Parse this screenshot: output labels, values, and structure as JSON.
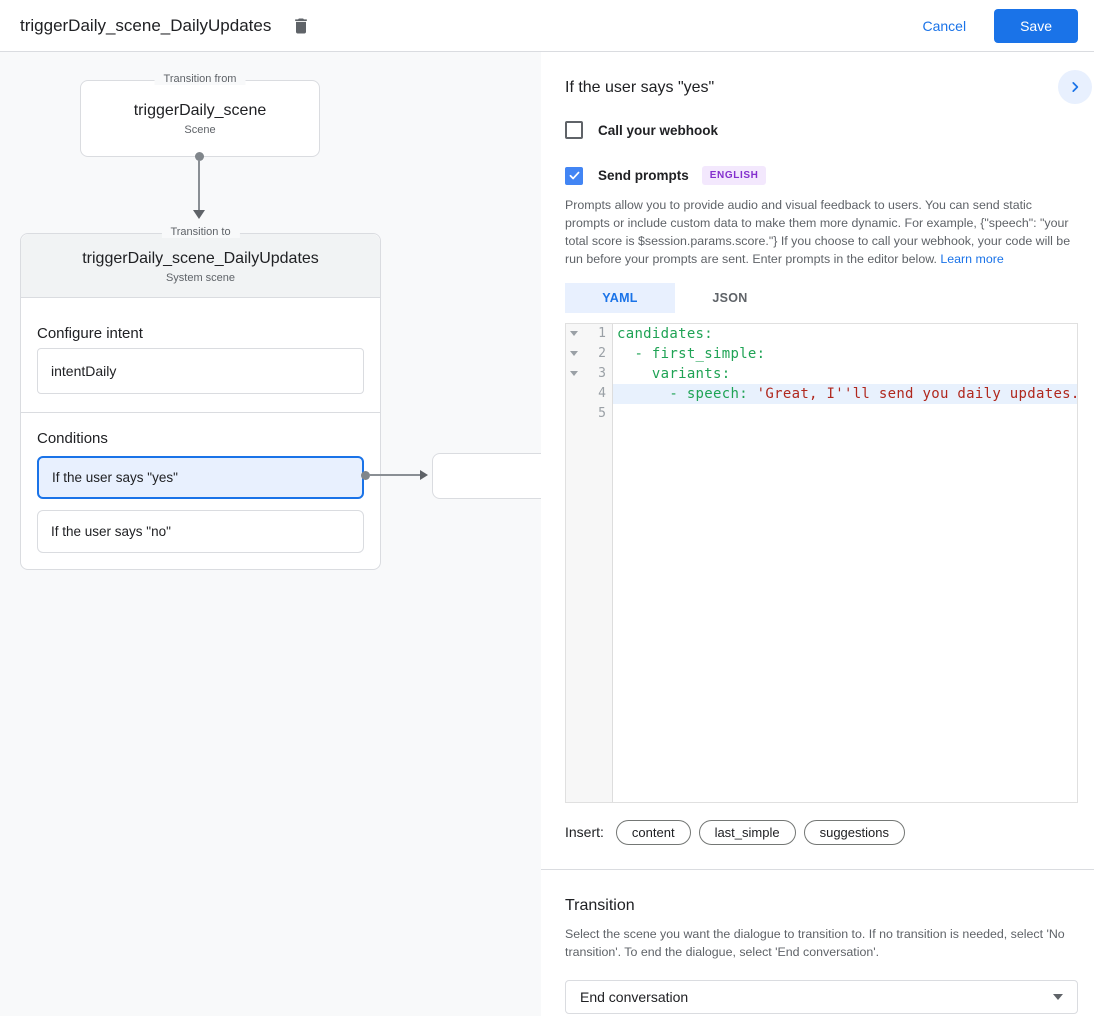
{
  "colors": {
    "accent_blue": "#1a73e8",
    "checkbox_blue": "#4285f4",
    "selection_bg": "#e8f0fe",
    "panel_bg": "#f8f9fa",
    "node_header_bg": "#f1f3f4",
    "badge_bg": "#f3e8fd",
    "badge_text": "#8430ce",
    "code_key_green": "#1fa355",
    "code_string_red": "#b0281e"
  },
  "topbar": {
    "title": "triggerDaily_scene_DailyUpdates",
    "delete_icon": "trash-icon",
    "cancel_label": "Cancel",
    "save_label": "Save"
  },
  "diagram": {
    "from_group_label": "Transition from",
    "from_title": "triggerDaily_scene",
    "from_subtitle": "Scene",
    "to_group_label": "Transition to",
    "to_title": "triggerDaily_scene_DailyUpdates",
    "to_subtitle": "System scene",
    "configure_intent_label": "Configure intent",
    "intent_value": "intentDaily",
    "conditions_label": "Conditions",
    "conditions": [
      {
        "label": "If the user says \"yes\"",
        "selected": true
      },
      {
        "label": "If the user says \"no\"",
        "selected": false
      }
    ]
  },
  "detail": {
    "title": "If the user says \"yes\"",
    "expand_icon": "chevron-right-icon",
    "webhook_checkbox": {
      "label": "Call your webhook",
      "checked": false
    },
    "prompts_checkbox": {
      "label": "Send prompts",
      "checked": true,
      "badge": "ENGLISH"
    },
    "description": "Prompts allow you to provide audio and visual feedback to users. You can send static prompts or include custom data to make them more dynamic. For example, {\"speech\": \"your total score is $session.params.score.\"} If you choose to call your webhook, your code will be run before your prompts are sent. Enter prompts in the editor below. ",
    "learn_more": "Learn more",
    "tabs": [
      {
        "label": "YAML",
        "active": true
      },
      {
        "label": "JSON",
        "active": false
      }
    ],
    "editor": {
      "lines": [
        {
          "num": "1",
          "fold": true,
          "key": "candidates:",
          "str": "",
          "highlighted": false
        },
        {
          "num": "2",
          "fold": true,
          "key": "  - first_simple:",
          "str": "",
          "highlighted": false
        },
        {
          "num": "3",
          "fold": true,
          "key": "    variants:",
          "str": "",
          "highlighted": false
        },
        {
          "num": "4",
          "fold": false,
          "key": "      - speech: ",
          "str": "'Great, I''ll send you daily updates.",
          "highlighted": true
        },
        {
          "num": "5",
          "fold": false,
          "key": "",
          "str": "",
          "highlighted": false
        }
      ]
    },
    "insert_label": "Insert:",
    "insert_chips": [
      "content",
      "last_simple",
      "suggestions"
    ],
    "transition": {
      "title": "Transition",
      "description": "Select the scene you want the dialogue to transition to. If no transition is needed, select 'No transition'. To end the dialogue, select 'End conversation'.",
      "selected_value": "End conversation",
      "dropdown_icon": "caret-down-icon"
    }
  }
}
